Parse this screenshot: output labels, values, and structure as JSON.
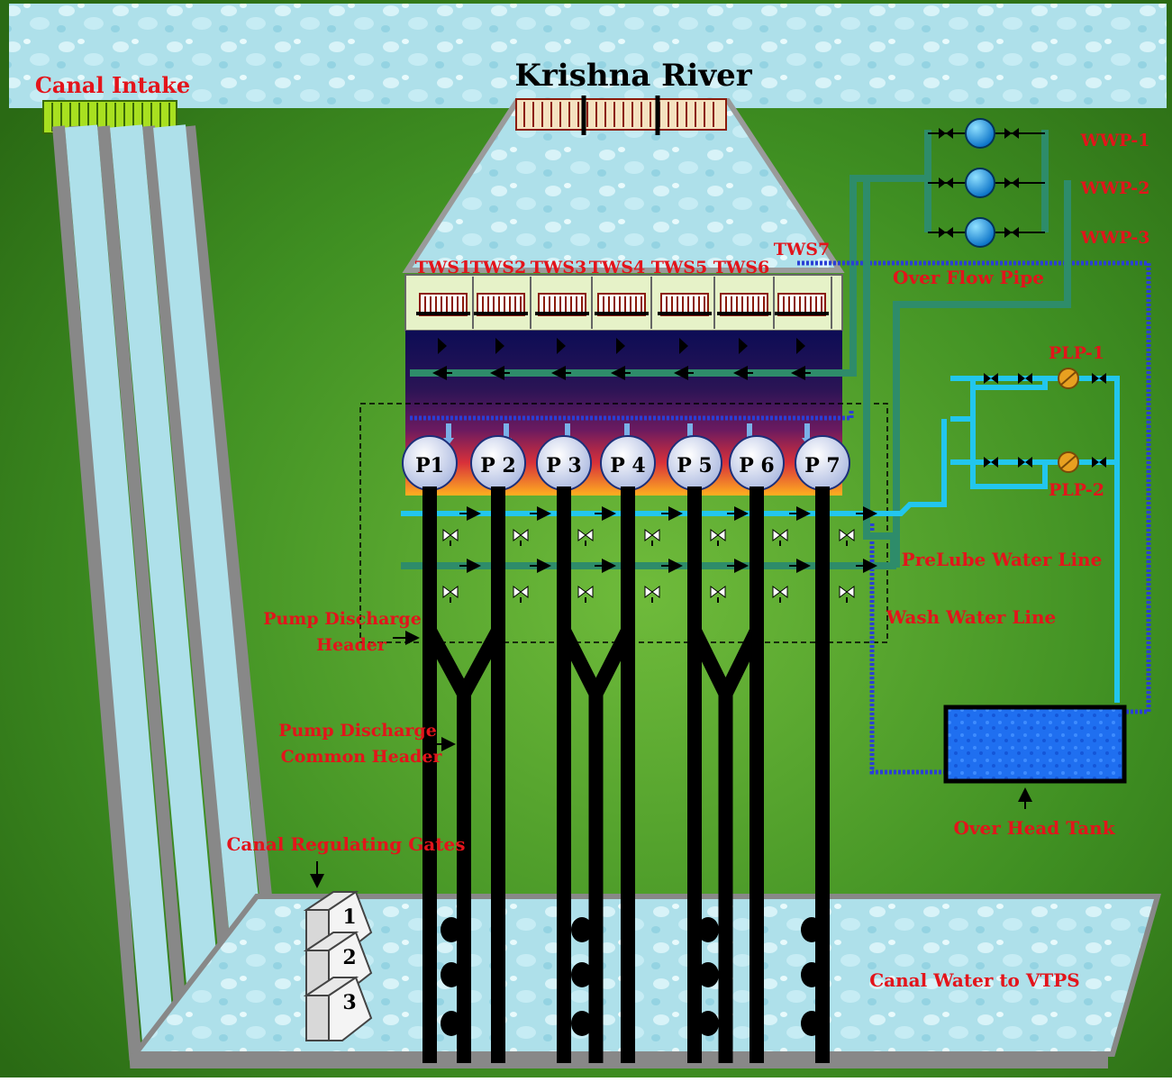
{
  "title": "Krishna River",
  "labels": {
    "canal_intake": "Canal Intake",
    "over_flow_pipe": "Over Flow Pipe",
    "prelube_water_line": "PreLube Water Line",
    "wash_water_line": "Wash Water Line",
    "over_head_tank": "Over Head Tank",
    "canal_regulating_gates": "Canal Regulating Gates",
    "canal_water_to_vtps": "Canal Water to VTPS",
    "pump_discharge_header_1": "Pump Discharge",
    "pump_discharge_header_2": "Header",
    "pump_discharge_common_header_1": "Pump Discharge",
    "pump_discharge_common_header_2": "Common Header"
  },
  "tws": [
    "TWS1",
    "TWS2",
    "TWS3",
    "TWS4",
    "TWS5",
    "TWS6",
    "TWS7"
  ],
  "pumps": [
    "P1",
    "P 2",
    "P 3",
    "P 4",
    "P 5",
    "P 6",
    "P 7"
  ],
  "wwp": [
    "WWP-1",
    "WWP-2",
    "WWP-3"
  ],
  "plp": [
    "PLP-1",
    "PLP-2"
  ],
  "gates": [
    "1",
    "2",
    "3"
  ],
  "colors": {
    "ground": "#3f8a1f",
    "water": "#aee0ea",
    "label_red": "#e3141b",
    "prelube_cyan": "#22c6ee",
    "wash_teal": "#2e8c6a",
    "overflow_blue": "#2a3fd6",
    "pipe_black": "#000000"
  }
}
